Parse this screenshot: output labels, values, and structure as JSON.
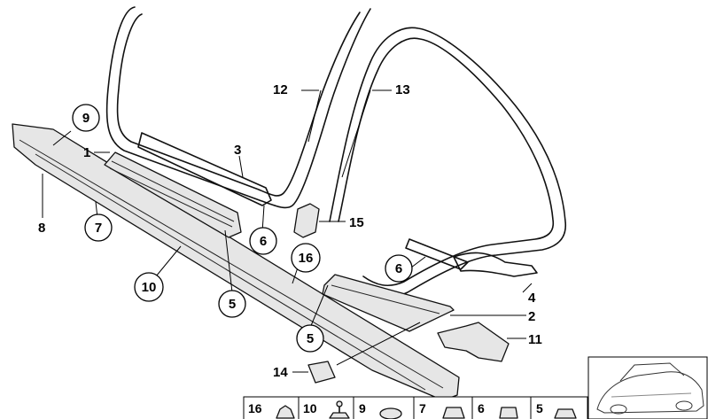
{
  "callouts": {
    "c1": "1",
    "c2": "2",
    "c3": "3",
    "c4": "4",
    "c5a": "5",
    "c5b": "5",
    "c6a": "6",
    "c6b": "6",
    "c7": "7",
    "c8": "8",
    "c9": "9",
    "c10": "10",
    "c11": "11",
    "c12": "12",
    "c13": "13",
    "c14": "14",
    "c15": "15",
    "c16": "16"
  },
  "legend": [
    {
      "number": "16",
      "icon": "clip-icon"
    },
    {
      "number": "10",
      "icon": "expansion-rivet-icon"
    },
    {
      "number": "9",
      "icon": "grommet-icon"
    },
    {
      "number": "7",
      "icon": "clip-icon"
    },
    {
      "number": "6",
      "icon": "plug-icon"
    },
    {
      "number": "5",
      "icon": "clip-icon"
    }
  ],
  "thumbnail": {
    "icon": "car-outline-icon"
  }
}
